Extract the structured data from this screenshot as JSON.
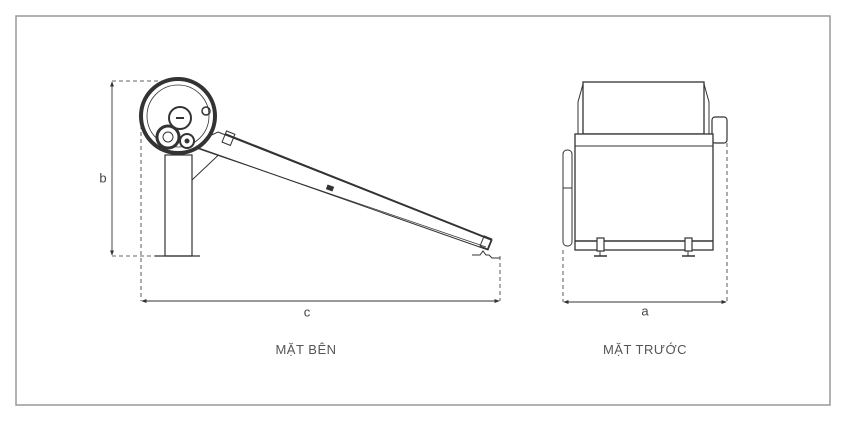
{
  "side_view": {
    "title": "MẶT BÊN",
    "dim_height": "b",
    "dim_length": "c"
  },
  "front_view": {
    "title": "MẶT TRƯỚC",
    "dim_width": "a"
  }
}
